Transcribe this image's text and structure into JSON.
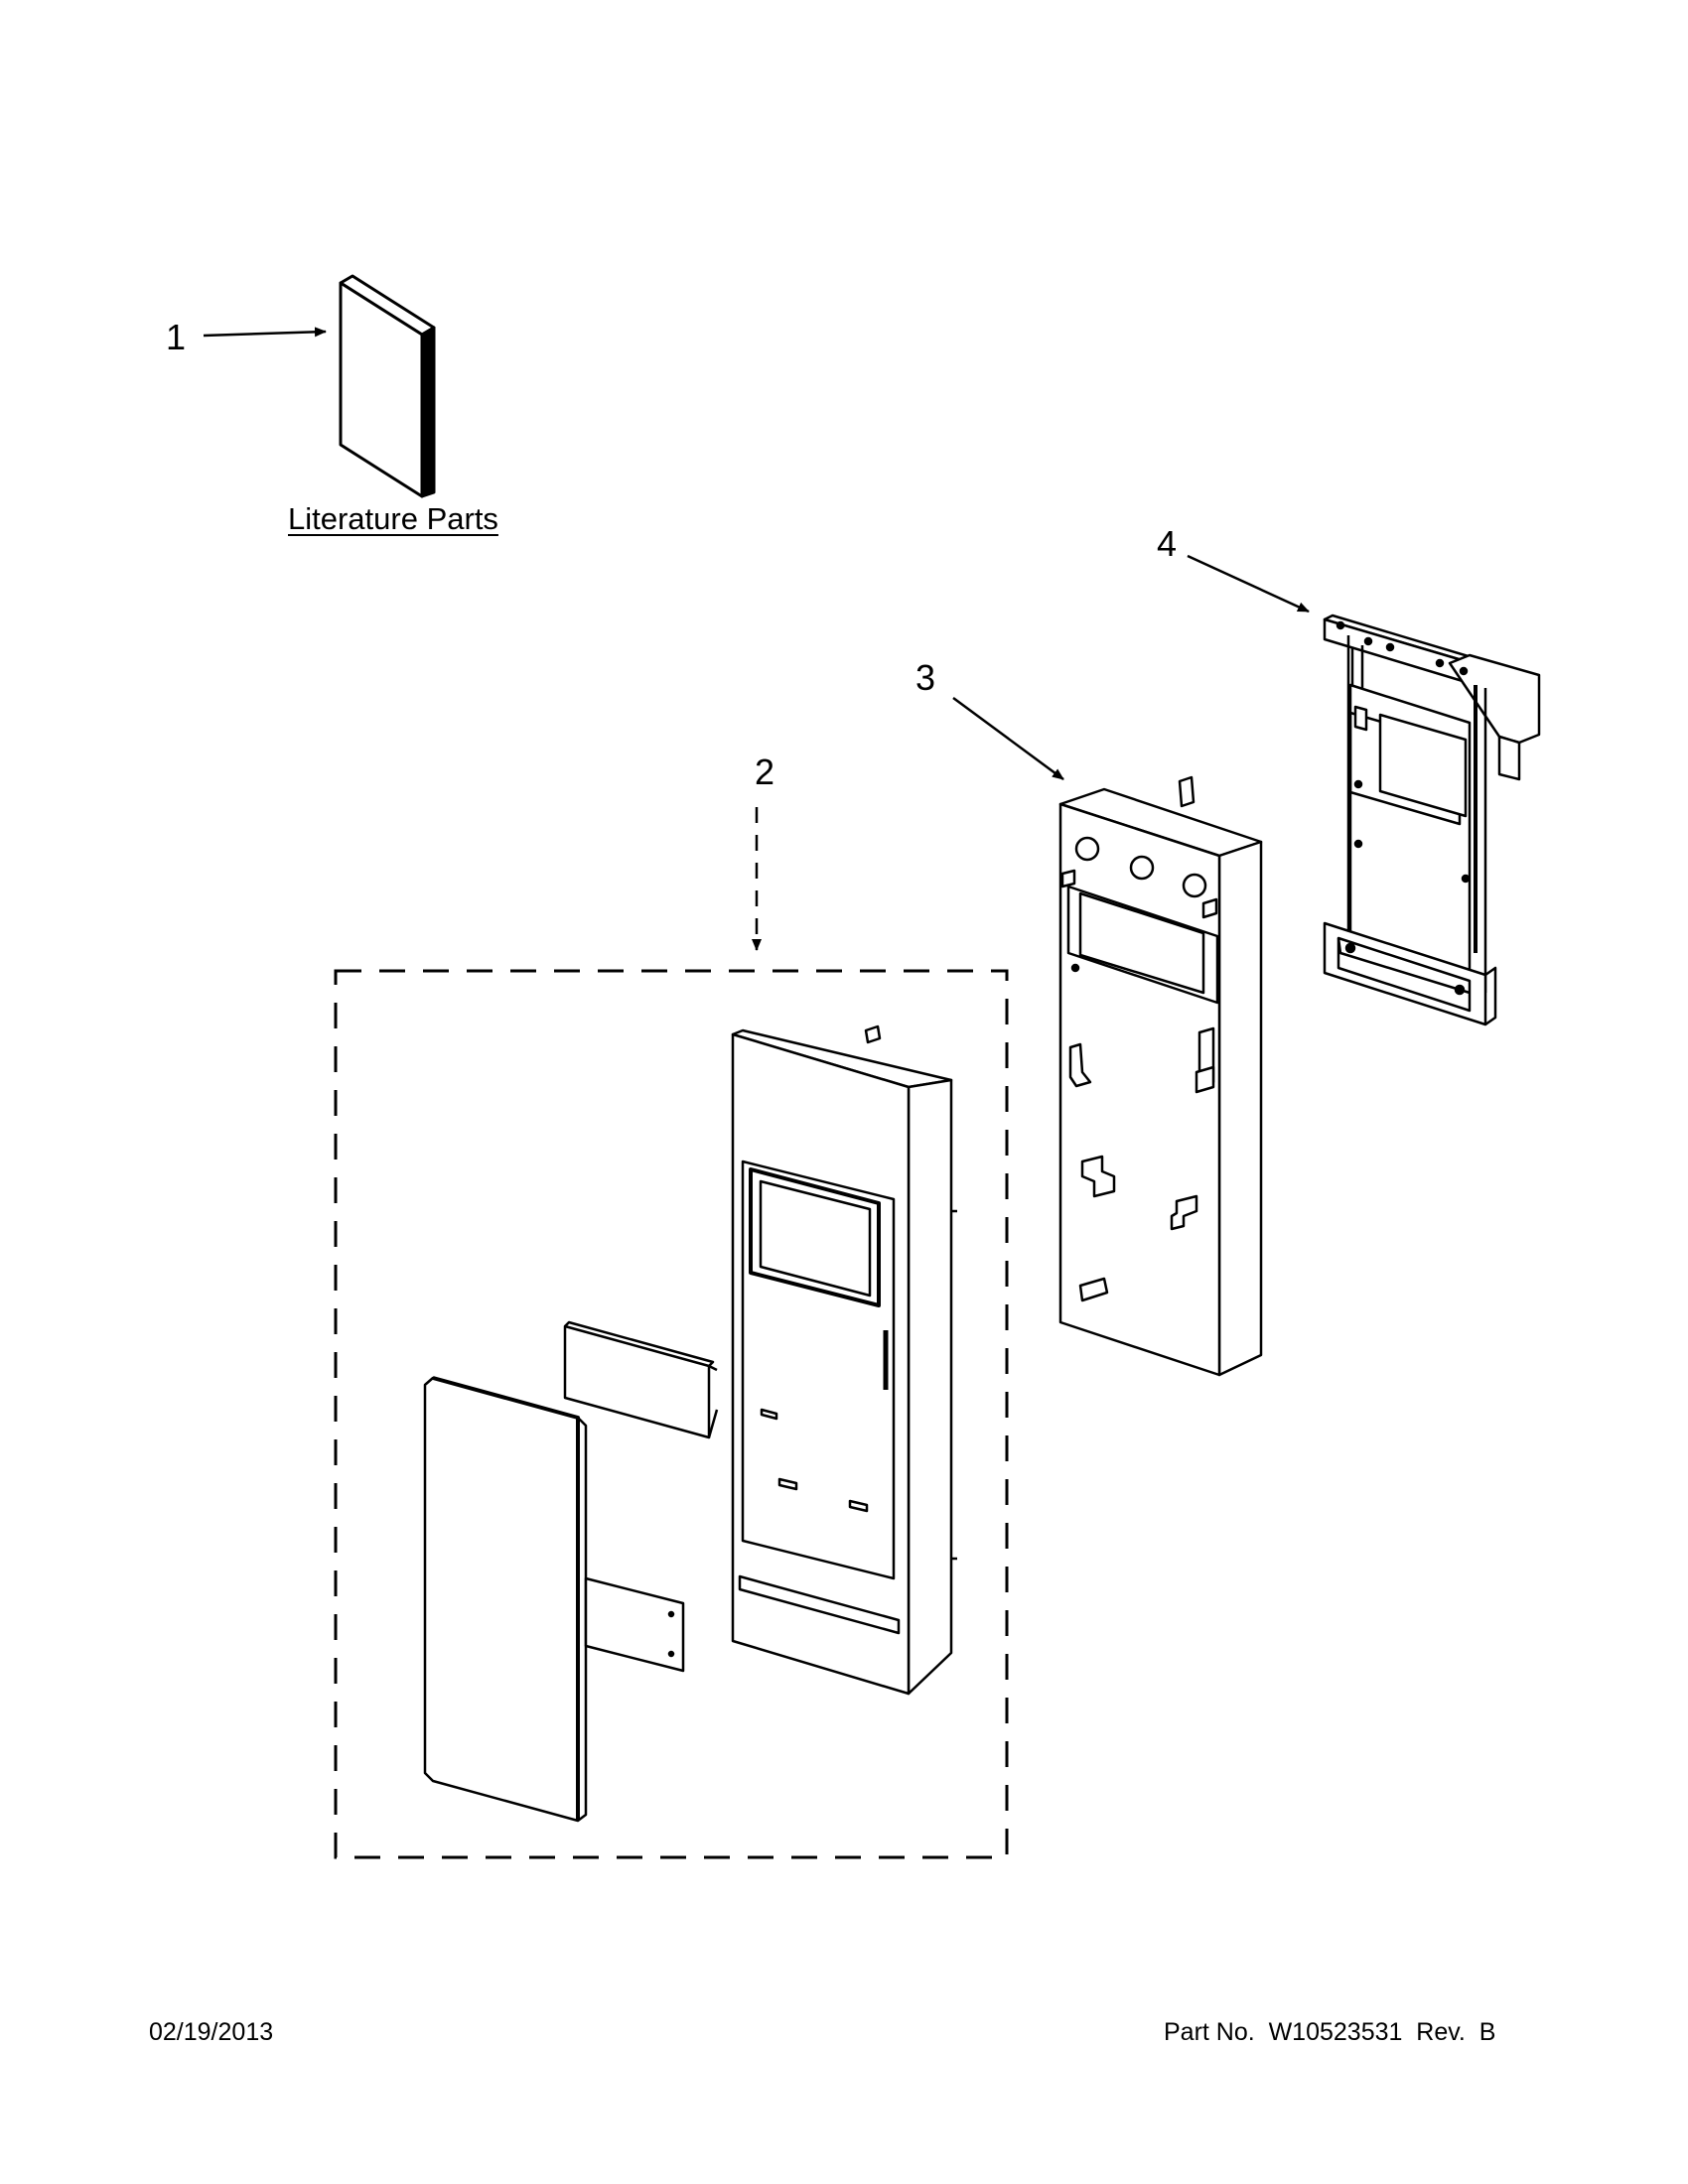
{
  "callouts": {
    "one": "1",
    "two": "2",
    "three": "3",
    "four": "4"
  },
  "section_label": "Literature Parts",
  "footer": {
    "date": "02/19/2013",
    "part_number": "Part No.  W10523531  Rev.  B"
  }
}
